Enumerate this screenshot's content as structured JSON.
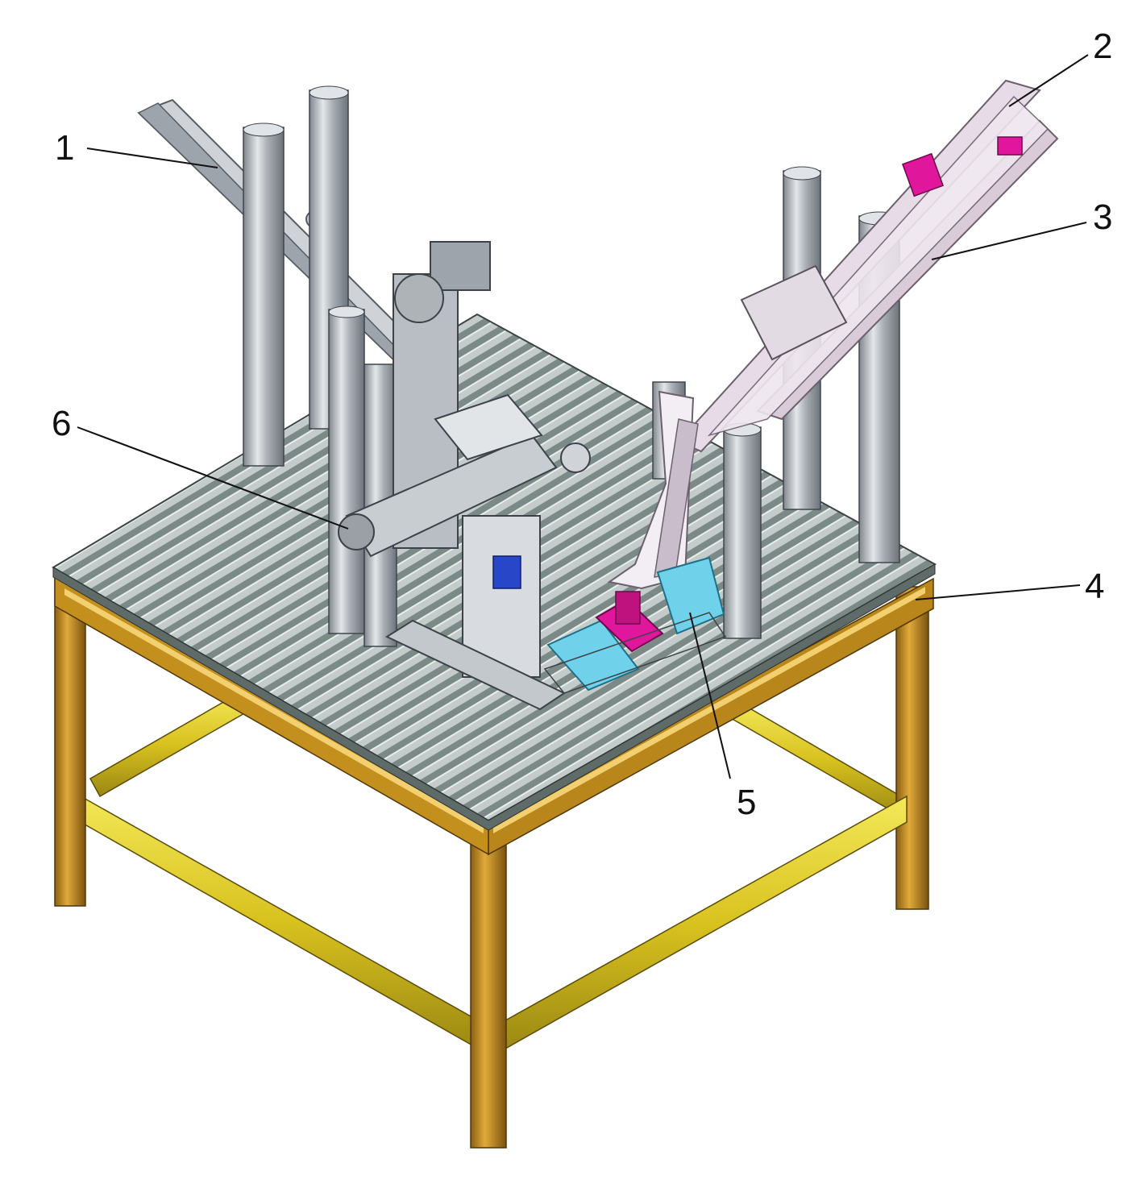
{
  "colors": {
    "frame_orange": "#c8961e",
    "frame_yellow": "#e6d22a",
    "tabletop_slats": "#8d9a97",
    "aluminum_column": "#b7bcc2",
    "magenta_part": "#e0169c",
    "cyan_part": "#6fd2ea",
    "blue_part": "#2846c8",
    "line": "#111111"
  },
  "callouts": [
    {
      "id": "1",
      "label": "1"
    },
    {
      "id": "2",
      "label": "2"
    },
    {
      "id": "3",
      "label": "3"
    },
    {
      "id": "4",
      "label": "4"
    },
    {
      "id": "5",
      "label": "5"
    },
    {
      "id": "6",
      "label": "6"
    }
  ]
}
